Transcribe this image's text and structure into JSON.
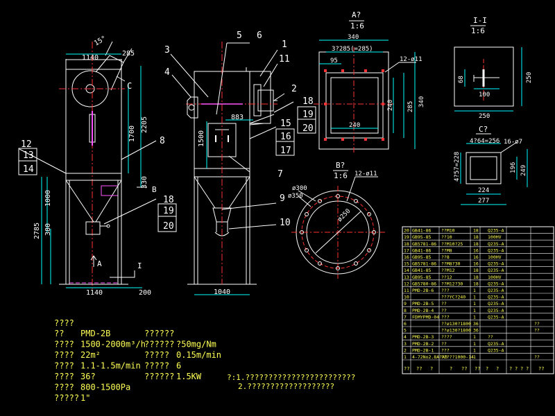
{
  "front_view": {
    "dims": {
      "top_width": "1140",
      "angle": "15°",
      "offset": "285",
      "height_1700": "1700",
      "height_2205": "2205",
      "height_330": "330",
      "height_1000": "1000",
      "height_380": "380",
      "height_2785": "2785",
      "bottom_width": "1140",
      "bottom_200": "200"
    },
    "markers": {
      "c": "C",
      "b": "B",
      "a": "A",
      "i": "I"
    },
    "callouts": [
      "12",
      "13",
      "14",
      "8",
      "18",
      "19",
      "20"
    ]
  },
  "side_view": {
    "callouts": [
      "3",
      "4",
      "5",
      "6",
      "1",
      "11",
      "2",
      "18",
      "19",
      "20",
      "15",
      "16",
      "17",
      "7",
      "9",
      "10"
    ],
    "dims": {
      "height_1500": "1500",
      "width_883": "883",
      "bottom_width": "1040"
    }
  },
  "view_a": {
    "title": "A?",
    "scale": "1:6",
    "dims": {
      "width_340": "340",
      "spacing": "3?285(=285)",
      "offset_95": "95",
      "hole_note": "12-ø11",
      "inner_240_v": "240",
      "height_285": "285",
      "height_340": "340",
      "inner_240_h": "240"
    }
  },
  "view_b": {
    "title": "B?",
    "scale": "1:6",
    "dims": {
      "hole_note": "12-ø11",
      "d300": "ø300",
      "d350": "ø350",
      "d250": "ø250"
    }
  },
  "view_i": {
    "title": "I-I",
    "scale": "1:6",
    "dims": {
      "w_68": "68",
      "w_100": "100",
      "h_250": "250",
      "w_250": "250"
    }
  },
  "view_c": {
    "title": "C?",
    "dims": {
      "top": "4?64=256",
      "holes": "16-ø7",
      "side": "4?57=228",
      "h_196": "196",
      "h_249": "249",
      "w_224": "224",
      "w_277": "277"
    }
  },
  "tech_specs": {
    "heading": "????",
    "rows": [
      {
        "label": "??",
        "value": "PMD-2B"
      },
      {
        "label": "????",
        "value": "1500-2000m³/h"
      },
      {
        "label": "????",
        "value": "22m²"
      },
      {
        "label": "????",
        "value": "1.1-1.5m/min"
      },
      {
        "label": "????",
        "value": "36?"
      },
      {
        "label": "????",
        "value": "800-1500Pa"
      },
      {
        "label": "?????",
        "value": "1\""
      }
    ],
    "col2": [
      {
        "label": "??????",
        "value": ""
      },
      {
        "label": "??????",
        "value": "?50mg/Nm"
      },
      {
        "label": "?????",
        "value": "0.15m/min"
      },
      {
        "label": "?????",
        "value": "6"
      },
      {
        "label": "??????",
        "value": "1.5KW"
      }
    ]
  },
  "notes": {
    "line1": "?:1.????????????????????????",
    "line2": "2.???????????????????"
  },
  "bom": {
    "rows": [
      [
        "20",
        "GB41-86",
        "??M10",
        "18",
        "Q235-A",
        ""
      ],
      [
        "19",
        "GB95-85",
        "??10",
        "18",
        "100HV",
        ""
      ],
      [
        "18",
        "GB5781-86",
        "??M10?25",
        "18",
        "Q235-A",
        ""
      ],
      [
        "17",
        "GB41-86",
        "??M8",
        "16",
        "Q235-A",
        ""
      ],
      [
        "16",
        "GB95-85",
        "??8",
        "16",
        "100HV",
        ""
      ],
      [
        "15",
        "GB5781-86",
        "??M8?30",
        "16",
        "Q235-A",
        ""
      ],
      [
        "14",
        "GB41-85",
        "??M12",
        "18",
        "Q235-A",
        ""
      ],
      [
        "13",
        "GB95-85",
        "??12",
        "18",
        "100HV",
        ""
      ],
      [
        "12",
        "GB5780-86",
        "??M12?30",
        "18",
        "Q235-A",
        ""
      ],
      [
        "11",
        "PMD-2B-6",
        "???",
        "1",
        "Q235-A",
        ""
      ],
      [
        "10",
        "",
        "???YC?240",
        "1",
        "Q235-A",
        ""
      ],
      [
        "9",
        "PMD-2B-5",
        "??",
        "1",
        "Q235-A",
        ""
      ],
      [
        "8",
        "PMD-2B-4",
        "??",
        "1",
        "Q235-A",
        ""
      ],
      [
        "7",
        "FDMYPMD-04",
        "???",
        "1",
        "Q235-A",
        ""
      ],
      [
        "6",
        "",
        "??ø130?1800",
        "36",
        "",
        "??"
      ],
      [
        "5",
        "",
        "??ø130?1800",
        "36",
        "",
        "??"
      ],
      [
        "4",
        "PMD-2B-3",
        "????",
        "1",
        "??",
        ""
      ],
      [
        "3",
        "PMD-2B-2",
        "??",
        "1",
        "Q235-A",
        ""
      ],
      [
        "2",
        "PMD-2B-1",
        "???",
        "1",
        "Q235-A",
        ""
      ],
      [
        "1",
        "4-72No2.8A?AD",
        "?????1000-14",
        "1",
        "",
        "??"
      ]
    ],
    "header": [
      "??",
      "??",
      "?",
      "?",
      "??",
      "??",
      "?",
      "?",
      "?",
      "?",
      "?",
      "?",
      "??"
    ]
  }
}
